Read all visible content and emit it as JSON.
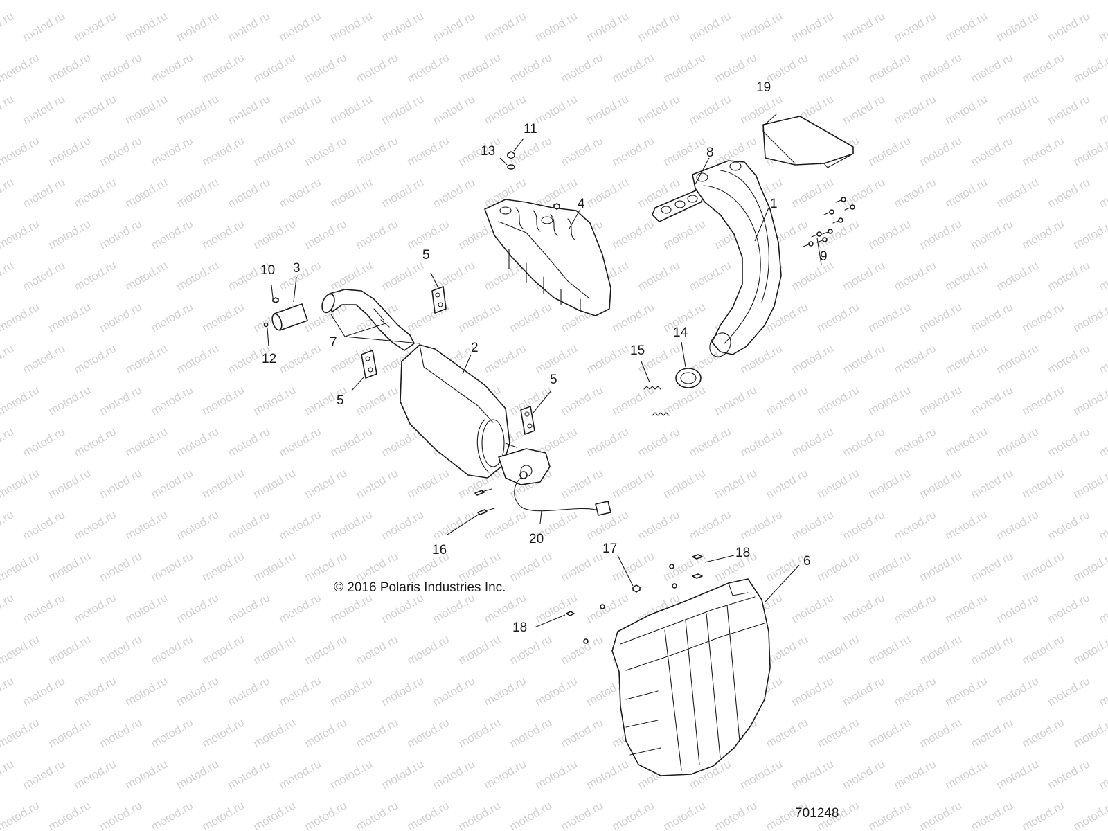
{
  "watermark": {
    "text": "motod.ru",
    "color": "#d2d2d2"
  },
  "copyright": "© 2016 Polaris Industries Inc.",
  "figure_number": "701248",
  "callouts": {
    "c1": "1",
    "c2": "2",
    "c3": "3",
    "c4": "4",
    "c5a": "5",
    "c5b": "5",
    "c5c": "5",
    "c6": "6",
    "c7": "7",
    "c8": "8",
    "c9": "9",
    "c10": "10",
    "c11": "11",
    "c12": "12",
    "c13": "13",
    "c14": "14",
    "c15": "15",
    "c16": "16",
    "c17": "17",
    "c18a": "18",
    "c18b": "18",
    "c19": "19",
    "c20": "20"
  },
  "colors": {
    "ink": "#1a1a1a",
    "background": "#ffffff"
  }
}
